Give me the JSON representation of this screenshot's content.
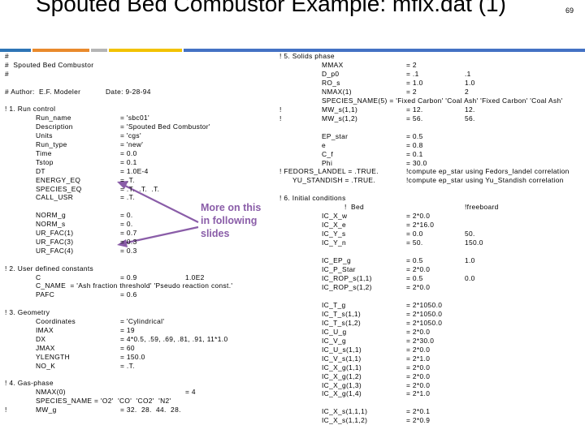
{
  "slide": {
    "title": "Spouted Bed Combustor Example: mfix.dat (1)",
    "page_number": "69",
    "callout": [
      "More on this",
      "in following",
      "slides"
    ],
    "accent_colors": [
      "#2e75b6",
      "#e98a2c",
      "#b5b5b5",
      "#f2c200",
      "#4472c4"
    ],
    "callout_color": "#8a5da8"
  },
  "left": [
    [
      "#"
    ],
    [
      "#  Spouted Bed Combustor"
    ],
    [
      "#"
    ],
    [],
    [
      "# Author:  E.F. Modeler",
      "Date: 9-28-94"
    ],
    [],
    [
      "! 1. Run control"
    ],
    [
      "Run_name",
      "= 'sbc01'"
    ],
    [
      "Description",
      "= 'Spouted Bed Combustor'"
    ],
    [
      "Units",
      "= 'cgs'"
    ],
    [
      "Run_type",
      "= 'new'"
    ],
    [
      "Time",
      "= 0.0"
    ],
    [
      "Tstop",
      "= 0.1"
    ],
    [
      "DT",
      "= 1.0E-4"
    ],
    [
      "ENERGY_EQ",
      "= .T."
    ],
    [
      "SPECIES_EQ",
      "= .T.  .T.  .T."
    ],
    [
      "CALL_USR",
      "= .T."
    ],
    [],
    [
      "NORM_g",
      "= 0."
    ],
    [
      "NORM_s",
      "= 0."
    ],
    [
      "UR_FAC(1)",
      "= 0.7"
    ],
    [
      "UR_FAC(3)",
      "= 0.3"
    ],
    [
      "UR_FAC(4)",
      "= 0.3"
    ],
    [],
    [
      "! 2. User defined constants"
    ],
    [
      "C",
      "= 0.9",
      "1.0E2"
    ],
    [
      "C_NAME  = 'Ash fraction threshold' 'Pseudo reaction const.'"
    ],
    [
      "PAFC",
      "= 0.6"
    ],
    [],
    [
      "! 3. Geometry"
    ],
    [
      "Coordinates",
      "= 'Cylindrical'"
    ],
    [
      "IMAX",
      "= 19"
    ],
    [
      "DX",
      "= 4*0.5, .59, .69, .81, .91, 11*1.0"
    ],
    [
      "JMAX",
      "= 60"
    ],
    [
      "YLENGTH",
      "= 150.0"
    ],
    [
      "NO_K",
      "= .T."
    ],
    [],
    [
      "! 4. Gas-phase"
    ],
    [
      "NMAX(0)",
      "= 4"
    ],
    [
      "SPECIES_NAME = 'O2'  'CO'  'CO2'  'N2'"
    ],
    [
      "!",
      "MW_g",
      "= 32.  28.  44.  28."
    ]
  ],
  "right": [
    [
      "! 5. Solids phase"
    ],
    [
      "MMAX",
      "= 2"
    ],
    [
      "D_p0",
      "= .1",
      ".1"
    ],
    [
      "RO_s",
      "= 1.0",
      "1.0"
    ],
    [
      "NMAX(1)",
      "= 2",
      "2"
    ],
    [
      "SPECIES_NAME(5) = 'Fixed Carbon' 'Coal Ash' 'Fixed Carbon' 'Coal Ash'"
    ],
    [
      "!",
      "MW_s(1,1)",
      "= 12.",
      "12."
    ],
    [
      "!",
      "MW_s(1,2)",
      "= 56.",
      "56."
    ],
    [],
    [
      "EP_star",
      "= 0.5"
    ],
    [
      "e",
      "= 0.8"
    ],
    [
      "C_f",
      "= 0.1"
    ],
    [
      "Phi",
      "= 30.0"
    ],
    [
      "! FEDORS_LANDEL = .TRUE.",
      "!compute ep_star using Fedors_landel correlation"
    ],
    [
      "YU_STANDISH = .TRUE.",
      "!compute ep_star using Yu_Standish correlation"
    ],
    [],
    [
      "! 6. Initial conditions"
    ],
    [
      "!  Bed",
      "!freeboard"
    ],
    [
      "IC_X_w",
      "= 2*0.0"
    ],
    [
      "IC_X_e",
      "= 2*16.0"
    ],
    [
      "IC_Y_s",
      "= 0.0",
      "50."
    ],
    [
      "IC_Y_n",
      "= 50.",
      "150.0"
    ],
    [],
    [
      "IC_EP_g",
      "= 0.5",
      "1.0"
    ],
    [
      "IC_P_Star",
      "= 2*0.0"
    ],
    [
      "IC_ROP_s(1,1)",
      "= 0.5",
      "0.0"
    ],
    [
      "IC_ROP_s(1,2)",
      "= 2*0.0"
    ],
    [],
    [
      "IC_T_g",
      "= 2*1050.0"
    ],
    [
      "IC_T_s(1,1)",
      "= 2*1050.0"
    ],
    [
      "IC_T_s(1,2)",
      "= 2*1050.0"
    ],
    [
      "IC_U_g",
      "= 2*0.0"
    ],
    [
      "IC_V_g",
      "= 2*30.0"
    ],
    [
      "IC_U_s(1,1)",
      "= 2*0.0"
    ],
    [
      "IC_V_s(1,1)",
      "= 2*1.0"
    ],
    [
      "IC_X_g(1,1)",
      "= 2*0.0"
    ],
    [
      "IC_X_g(1,2)",
      "= 2*0.0"
    ],
    [
      "IC_X_g(1,3)",
      "= 2*0.0"
    ],
    [
      "IC_X_g(1,4)",
      "= 2*1.0"
    ],
    [],
    [
      "IC_X_s(1,1,1)",
      "= 2*0.1"
    ],
    [
      "IC_X_s(1,1,2)",
      "= 2*0.9"
    ]
  ]
}
